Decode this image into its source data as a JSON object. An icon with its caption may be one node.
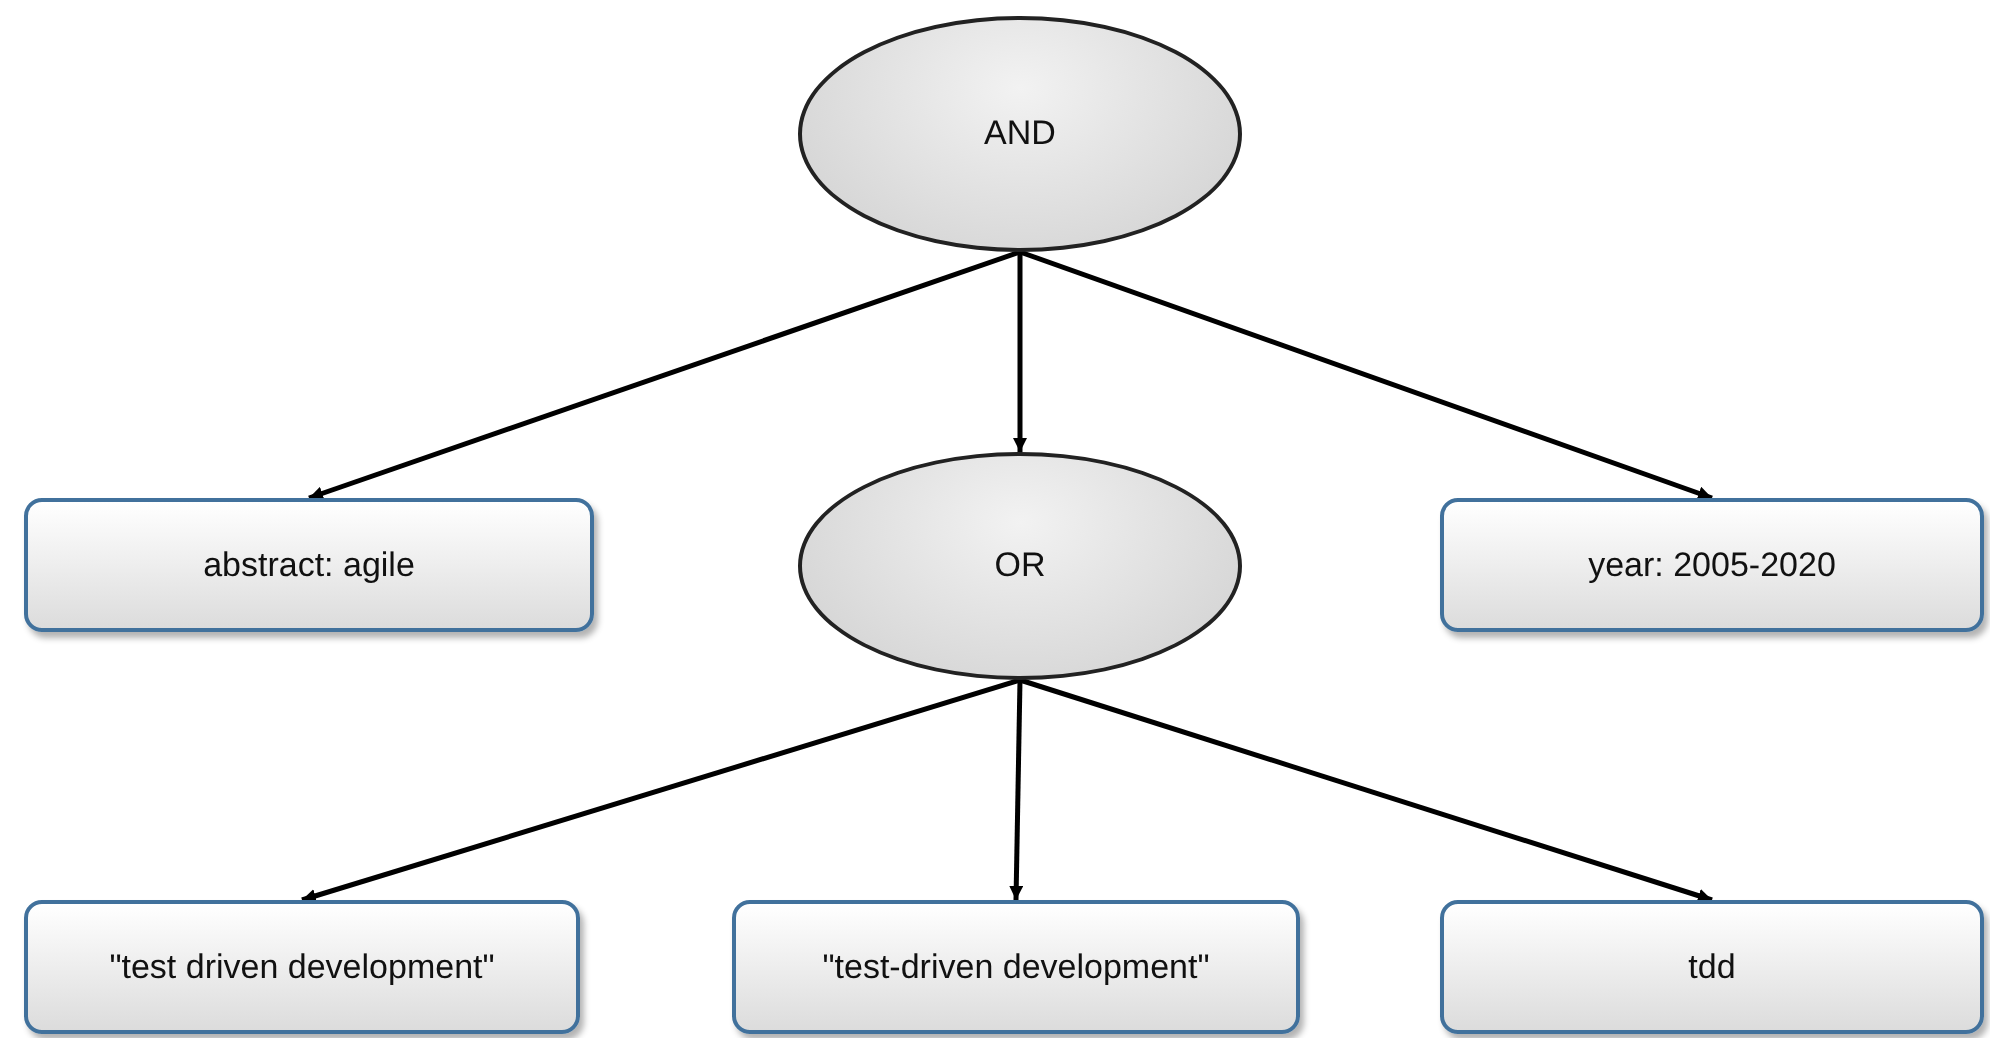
{
  "diagram": {
    "nodes": [
      {
        "text": [
          "AND"
        ]
      },
      {
        "text": [
          "abstract: agile"
        ]
      },
      {
        "text": [
          "OR"
        ]
      },
      {
        "text": [
          "year: 2005-2020"
        ]
      },
      {
        "text": [
          "\"test driven development\""
        ]
      },
      {
        "text": [
          "\"test-driven development\""
        ]
      },
      {
        "text": [
          "tdd"
        ]
      }
    ],
    "edges": [
      {
        "from": 0,
        "to": 1,
        "arrow": "to"
      },
      {
        "from": 0,
        "to": 2,
        "arrow": "to"
      },
      {
        "from": 0,
        "to": 3,
        "arrow": "to"
      },
      {
        "from": 2,
        "to": 4,
        "arrow": "to"
      },
      {
        "from": 2,
        "to": 5,
        "arrow": "to"
      },
      {
        "from": 2,
        "to": 6,
        "arrow": "to"
      }
    ]
  }
}
